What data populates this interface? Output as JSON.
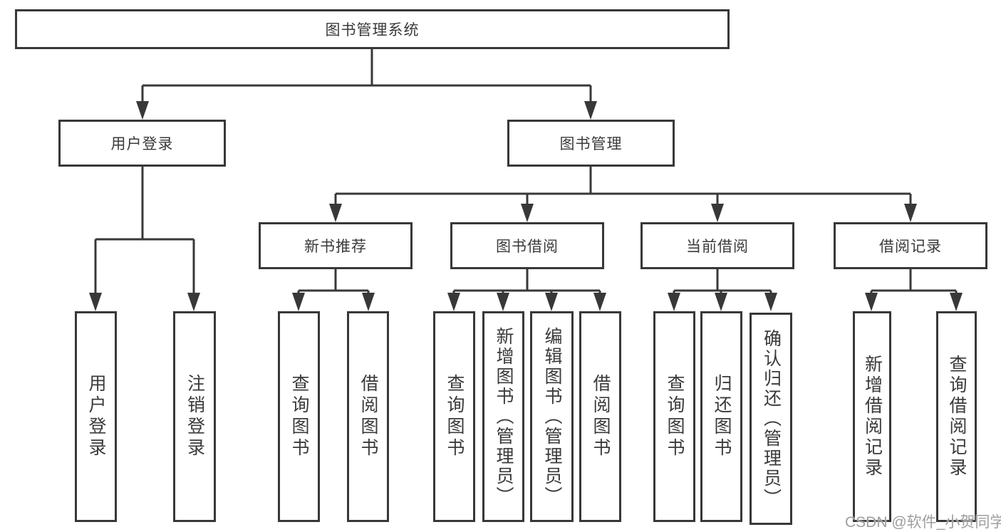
{
  "diagram": {
    "root": {
      "label": "图书管理系统"
    },
    "user_login": {
      "label": "用户登录",
      "children": [
        {
          "label": "用户登录"
        },
        {
          "label": "注销登录"
        }
      ]
    },
    "book_management": {
      "label": "图书管理",
      "sections": [
        {
          "label": "新书推荐",
          "children": [
            {
              "label": "查询图书"
            },
            {
              "label": "借阅图书"
            }
          ]
        },
        {
          "label": "图书借阅",
          "children": [
            {
              "label": "查询图书"
            },
            {
              "label": "新增图书（管理员）"
            },
            {
              "label": "编辑图书（管理员）"
            },
            {
              "label": "借阅图书"
            }
          ]
        },
        {
          "label": "当前借阅",
          "children": [
            {
              "label": "查询图书"
            },
            {
              "label": "归还图书"
            },
            {
              "label": "确认归还（管理员）"
            }
          ]
        },
        {
          "label": "借阅记录",
          "children": [
            {
              "label": "新增借阅记录"
            },
            {
              "label": "查询借阅记录"
            }
          ]
        }
      ]
    },
    "watermark": "CSDN @软件_小贺同学",
    "colors": {
      "line": "#383838",
      "text": "#3a3a3a",
      "watermark": "#9e9e9e",
      "background": "#ffffff"
    }
  }
}
